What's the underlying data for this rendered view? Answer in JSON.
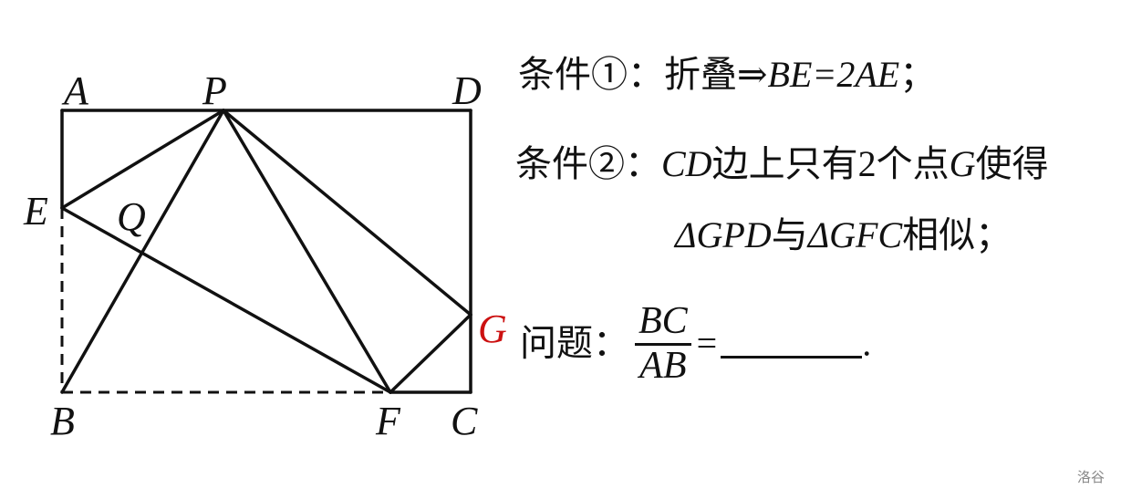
{
  "diagram": {
    "points": {
      "A": "A",
      "B": "B",
      "C": "C",
      "D": "D",
      "E": "E",
      "F": "F",
      "G": "G",
      "P": "P",
      "Q": "Q"
    },
    "highlight_color": "#cc1111",
    "line_color": "#111111"
  },
  "condition1": {
    "label": "条件①：",
    "text": "折叠⇒",
    "math": "BE=2AE",
    "end": "；"
  },
  "condition2": {
    "label": "条件②：",
    "m1": "CD",
    "t1": "边上只有2个点",
    "m2": "G",
    "t2": "使得",
    "l2_tri1": "ΔGPD",
    "l2_mid": "与",
    "l2_tri2": "ΔGFC",
    "l2_end": "相似；"
  },
  "question": {
    "label": "问题：",
    "numerator": "BC",
    "denominator": "AB",
    "equals": "=",
    "end": "."
  },
  "watermark": "洛谷"
}
